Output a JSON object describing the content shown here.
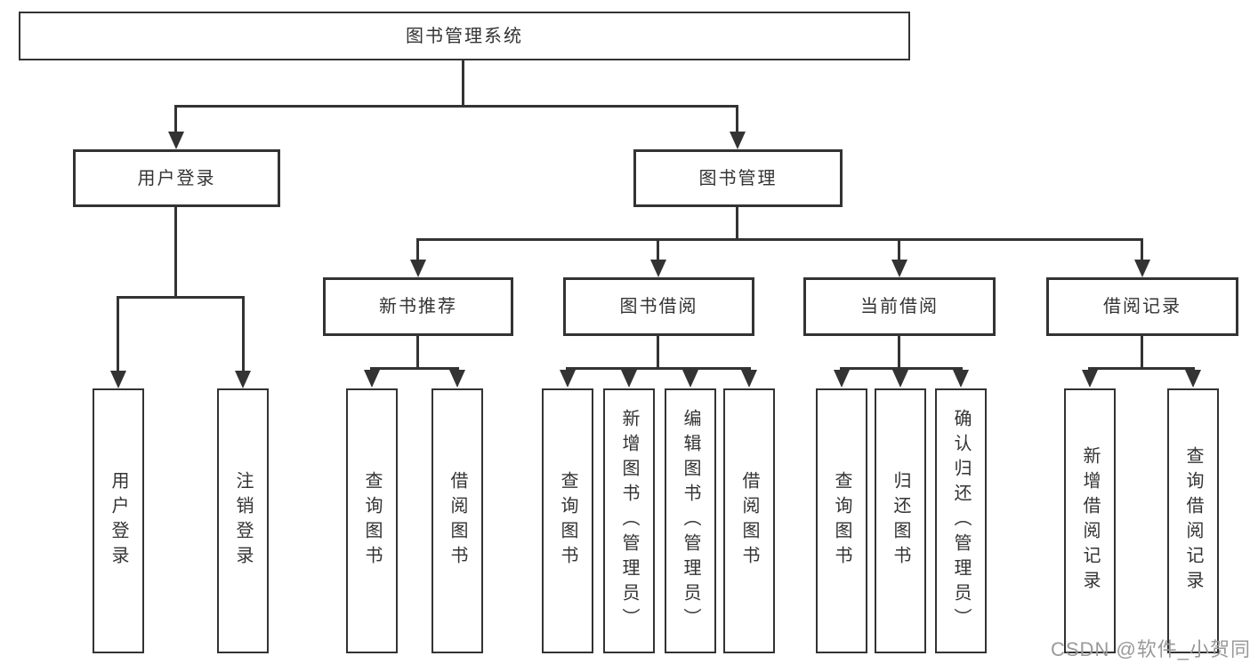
{
  "tree": {
    "root": {
      "label": "图书管理系统",
      "children": [
        {
          "label": "用户登录",
          "children": [
            {
              "label": "用户登录"
            },
            {
              "label": "注销登录"
            }
          ]
        },
        {
          "label": "图书管理",
          "children": [
            {
              "label": "新书推荐",
              "children": [
                {
                  "label": "查询图书"
                },
                {
                  "label": "借阅图书"
                }
              ]
            },
            {
              "label": "图书借阅",
              "children": [
                {
                  "label": "查询图书"
                },
                {
                  "label": "新增图书（管理员）"
                },
                {
                  "label": "编辑图书（管理员）"
                },
                {
                  "label": "借阅图书"
                }
              ]
            },
            {
              "label": "当前借阅",
              "children": [
                {
                  "label": "查询图书"
                },
                {
                  "label": "归还图书"
                },
                {
                  "label": "确认归还（管理员）"
                }
              ]
            },
            {
              "label": "借阅记录",
              "children": [
                {
                  "label": "新增借阅记录"
                },
                {
                  "label": "查询借阅记录"
                }
              ]
            }
          ]
        }
      ]
    }
  },
  "watermark": {
    "text": "CSDN @软件_小贺同学"
  },
  "colors": {
    "line": "#333333",
    "text": "#333333",
    "background": "#ffffff",
    "watermark": "#9a9a9a"
  }
}
